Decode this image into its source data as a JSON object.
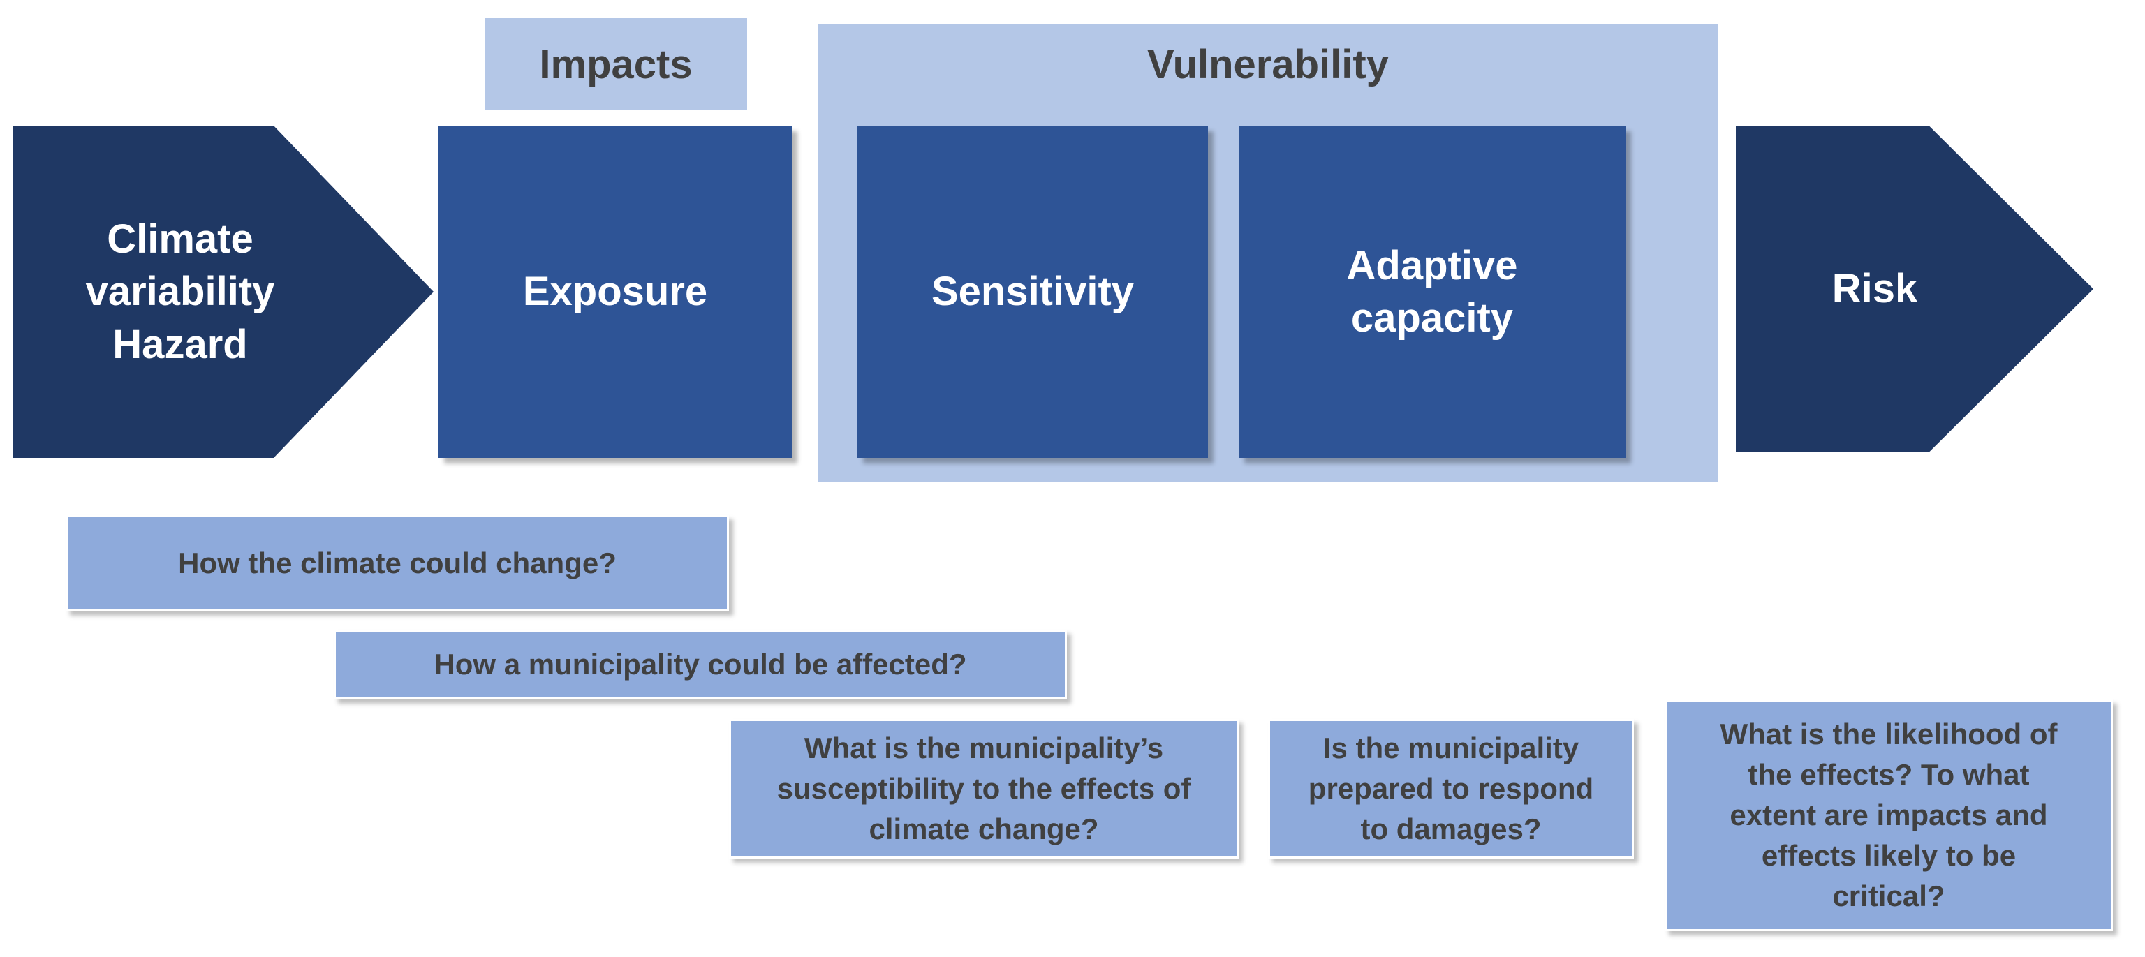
{
  "nodes": {
    "hazard": {
      "label": "Climate\nvariability\nHazard"
    },
    "exposure": {
      "label": "Exposure"
    },
    "sensitivity": {
      "label": "Sensitivity"
    },
    "adaptive": {
      "label": "Adaptive\ncapacity"
    },
    "risk": {
      "label": "Risk"
    }
  },
  "headers": {
    "impacts": "Impacts",
    "vulnerability": "Vulnerability"
  },
  "questions": {
    "climate_change": "How the climate could change?",
    "affected": "How a municipality could be affected?",
    "susceptibility": "What is the municipality’s\nsusceptibility to the effects of\nclimate change?",
    "prepared": "Is the municipality\nprepared to respond\nto damages?",
    "likelihood": "What is the likelihood of\nthe effects? To what\nextent are impacts and\neffects likely to be\ncritical?"
  },
  "colors": {
    "dark_navy": "#1f3864",
    "mid_blue": "#2e5496",
    "light_blue": "#b4c7e7",
    "question_blue": "#8eaadb",
    "text_gray": "#404040"
  }
}
